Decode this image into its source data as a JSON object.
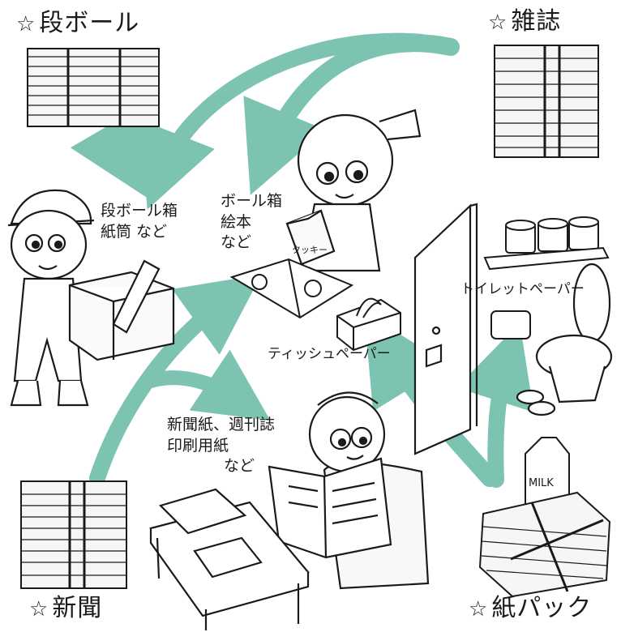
{
  "star": "☆",
  "sources": {
    "danboru": "段ボール",
    "zasshi": "雑誌",
    "shinbun": "新聞",
    "kamipack": "紙パック"
  },
  "products": {
    "danboru": [
      "段ボール箱",
      "紙筒 など"
    ],
    "zasshi": [
      "ボール箱",
      "絵本",
      "など"
    ],
    "tissue": "ティッシュペーパー",
    "toilet": "トイレットペーパー",
    "shinbun": [
      "新聞紙、週刊誌",
      "印刷用紙",
      "など"
    ]
  },
  "printed_marks": {
    "carton": "MILK",
    "box": "クッキー"
  },
  "colors": {
    "arrow": "#7cc4b1",
    "ink": "#1a1a1a",
    "background": "#ffffff"
  },
  "icons": [
    "cardboard-stack-icon",
    "magazine-stack-icon",
    "newspaper-stack-icon",
    "milk-carton-stack-icon",
    "delivery-boy-icon",
    "girl-icon",
    "man-reading-icon",
    "tissue-box-icon",
    "toilet-icon",
    "toilet-roll-icon",
    "door-icon",
    "table-icon",
    "picture-book-icon"
  ]
}
